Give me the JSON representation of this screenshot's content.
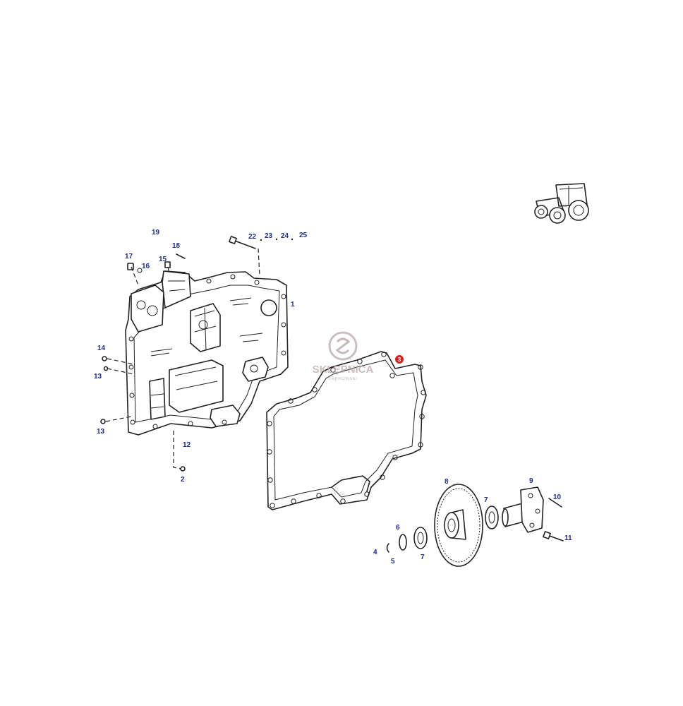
{
  "diagram": {
    "callouts": [
      {
        "id": "c1",
        "text": "1"
      },
      {
        "id": "c2",
        "text": "2"
      },
      {
        "id": "c4",
        "text": "4"
      },
      {
        "id": "c5",
        "text": "5"
      },
      {
        "id": "c6",
        "text": "6"
      },
      {
        "id": "c7a",
        "text": "7"
      },
      {
        "id": "c7b",
        "text": "7"
      },
      {
        "id": "c8",
        "text": "8"
      },
      {
        "id": "c9",
        "text": "9"
      },
      {
        "id": "c10",
        "text": "10"
      },
      {
        "id": "c11",
        "text": "11"
      },
      {
        "id": "c12",
        "text": "12"
      },
      {
        "id": "c13a",
        "text": "13"
      },
      {
        "id": "c13b",
        "text": "13"
      },
      {
        "id": "c14",
        "text": "14"
      },
      {
        "id": "c15",
        "text": "15"
      },
      {
        "id": "c16",
        "text": "16"
      },
      {
        "id": "c17",
        "text": "17"
      },
      {
        "id": "c18",
        "text": "18"
      },
      {
        "id": "c19",
        "text": "19"
      },
      {
        "id": "c22",
        "text": "22"
      },
      {
        "id": "c23",
        "text": "23"
      },
      {
        "id": "c24",
        "text": "24"
      },
      {
        "id": "c25",
        "text": "25"
      }
    ],
    "highlighted_callout": {
      "text": "3",
      "color": "#d62222"
    },
    "callout_color": "#1f2b8f",
    "watermark": {
      "brand": "SKLEPNICA",
      "sub": "DĄBROWSKI",
      "color": "#b9a9a9"
    }
  }
}
